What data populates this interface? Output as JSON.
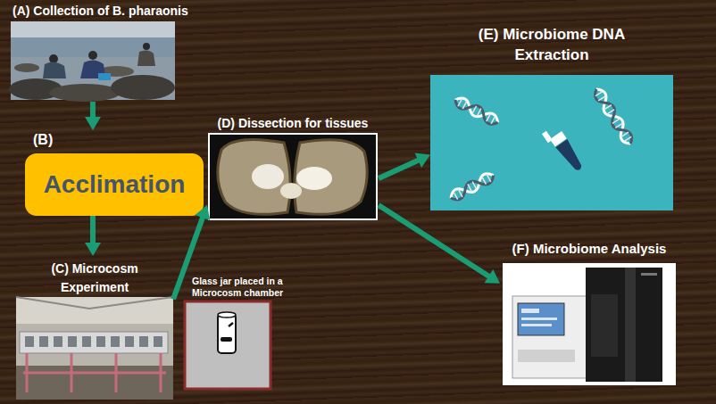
{
  "diagram": {
    "nodes": [
      {
        "text": [
          "(A) Collection of B. pharaonis"
        ]
      },
      {
        "text": [
          "(B)",
          "Acclimation"
        ]
      },
      {
        "text": [
          "(C) Microcosm Experiment"
        ]
      },
      {
        "text": [
          "Glass jar placed in a Microcosm chamber"
        ]
      },
      {
        "text": [
          "(D) Dissection for tissues"
        ]
      },
      {
        "text": [
          "(E) Microbiome DNA Extraction"
        ]
      },
      {
        "text": [
          "(F) Microbiome Analysis"
        ]
      }
    ],
    "edges": [
      {
        "from": 0,
        "to": 1,
        "arrow": "to"
      },
      {
        "from": 1,
        "to": 2,
        "arrow": "to"
      },
      {
        "from": 2,
        "to": 4,
        "arrow": "to"
      },
      {
        "from": 4,
        "to": 5,
        "arrow": "to"
      },
      {
        "from": 4,
        "to": 6,
        "arrow": "to"
      }
    ]
  }
}
